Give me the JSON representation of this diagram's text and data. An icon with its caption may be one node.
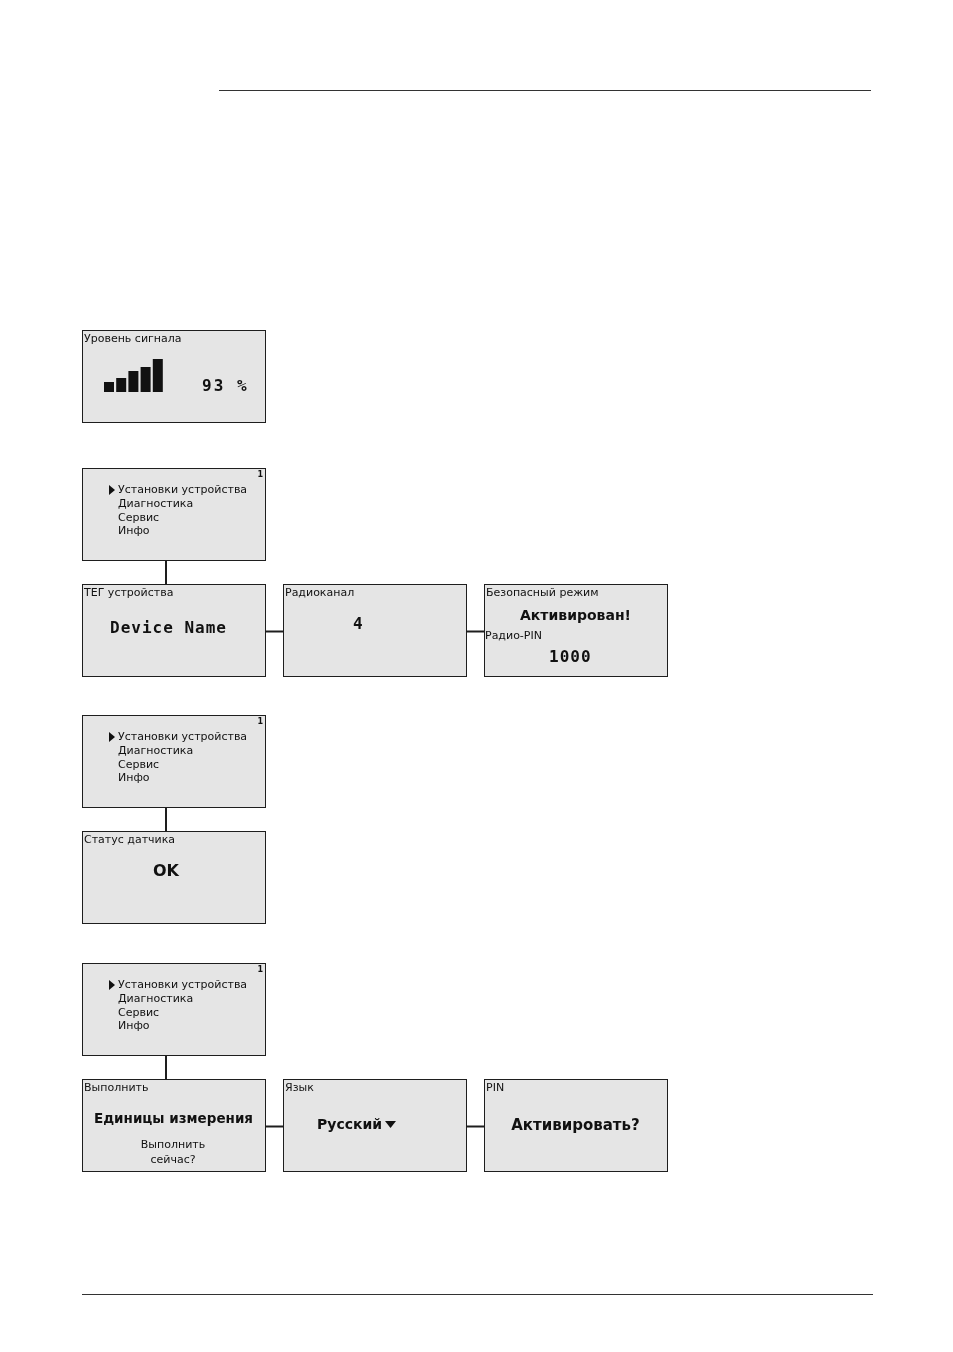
{
  "diagram": {
    "nodes": [
      {
        "text": [
          "Уровень сигнала",
          "93 %"
        ]
      },
      {
        "text": [
          "1",
          "Установки устройства",
          "Диагностика",
          "Сервис",
          "Инфо"
        ]
      },
      {
        "text": [
          "ТЕГ устройства",
          "Device Name"
        ]
      },
      {
        "text": [
          "Радиоканал",
          "4"
        ]
      },
      {
        "text": [
          "Безопасный режим",
          "Активирован!",
          "Радио-PIN",
          "1000"
        ]
      },
      {
        "text": [
          "1",
          "Установки устройства",
          "Диагностика",
          "Сервис",
          "Инфо"
        ]
      },
      {
        "text": [
          "Статус датчика",
          "OK"
        ]
      },
      {
        "text": [
          "1",
          "Установки устройства",
          "Диагностика",
          "Сервис",
          "Инфо"
        ]
      },
      {
        "text": [
          "Выполнить",
          "Единицы измерения",
          "Выполнить сейчас?"
        ]
      },
      {
        "text": [
          "Язык",
          "Русский"
        ]
      },
      {
        "text": [
          "PIN",
          "Активировать?"
        ]
      }
    ],
    "edges": [
      {
        "from": 1,
        "to": 2,
        "arrow": "none"
      },
      {
        "from": 2,
        "to": 3,
        "arrow": "none"
      },
      {
        "from": 3,
        "to": 4,
        "arrow": "none"
      },
      {
        "from": 5,
        "to": 6,
        "arrow": "none"
      },
      {
        "from": 7,
        "to": 8,
        "arrow": "none"
      },
      {
        "from": 8,
        "to": 9,
        "arrow": "none"
      },
      {
        "from": 9,
        "to": 10,
        "arrow": "none"
      }
    ]
  }
}
